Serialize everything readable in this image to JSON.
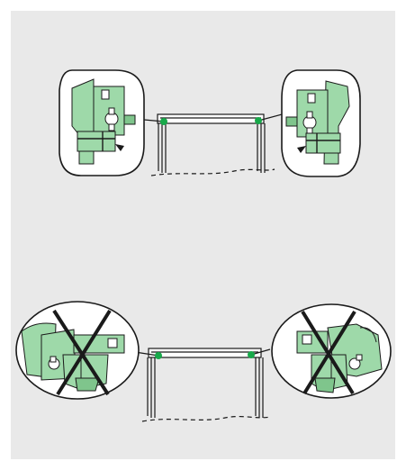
{
  "figure": {
    "panel_bg": "#e9e9e9",
    "part_color": "#9ed9a9",
    "part_dark_color": "#7fc58c",
    "dot_color": "#18a94a",
    "callout_bg": "#ffffff",
    "stroke_color": "#1a1a1a",
    "top_example": {
      "status": "correct",
      "callouts": 2,
      "icons": [
        "frame-clamp-left",
        "frame-clamp-right"
      ]
    },
    "bottom_example": {
      "status": "incorrect",
      "callouts": 2,
      "icons": [
        "frame-clamp-left-crossed",
        "frame-clamp-right-crossed",
        "cross-mark-icon"
      ]
    }
  }
}
